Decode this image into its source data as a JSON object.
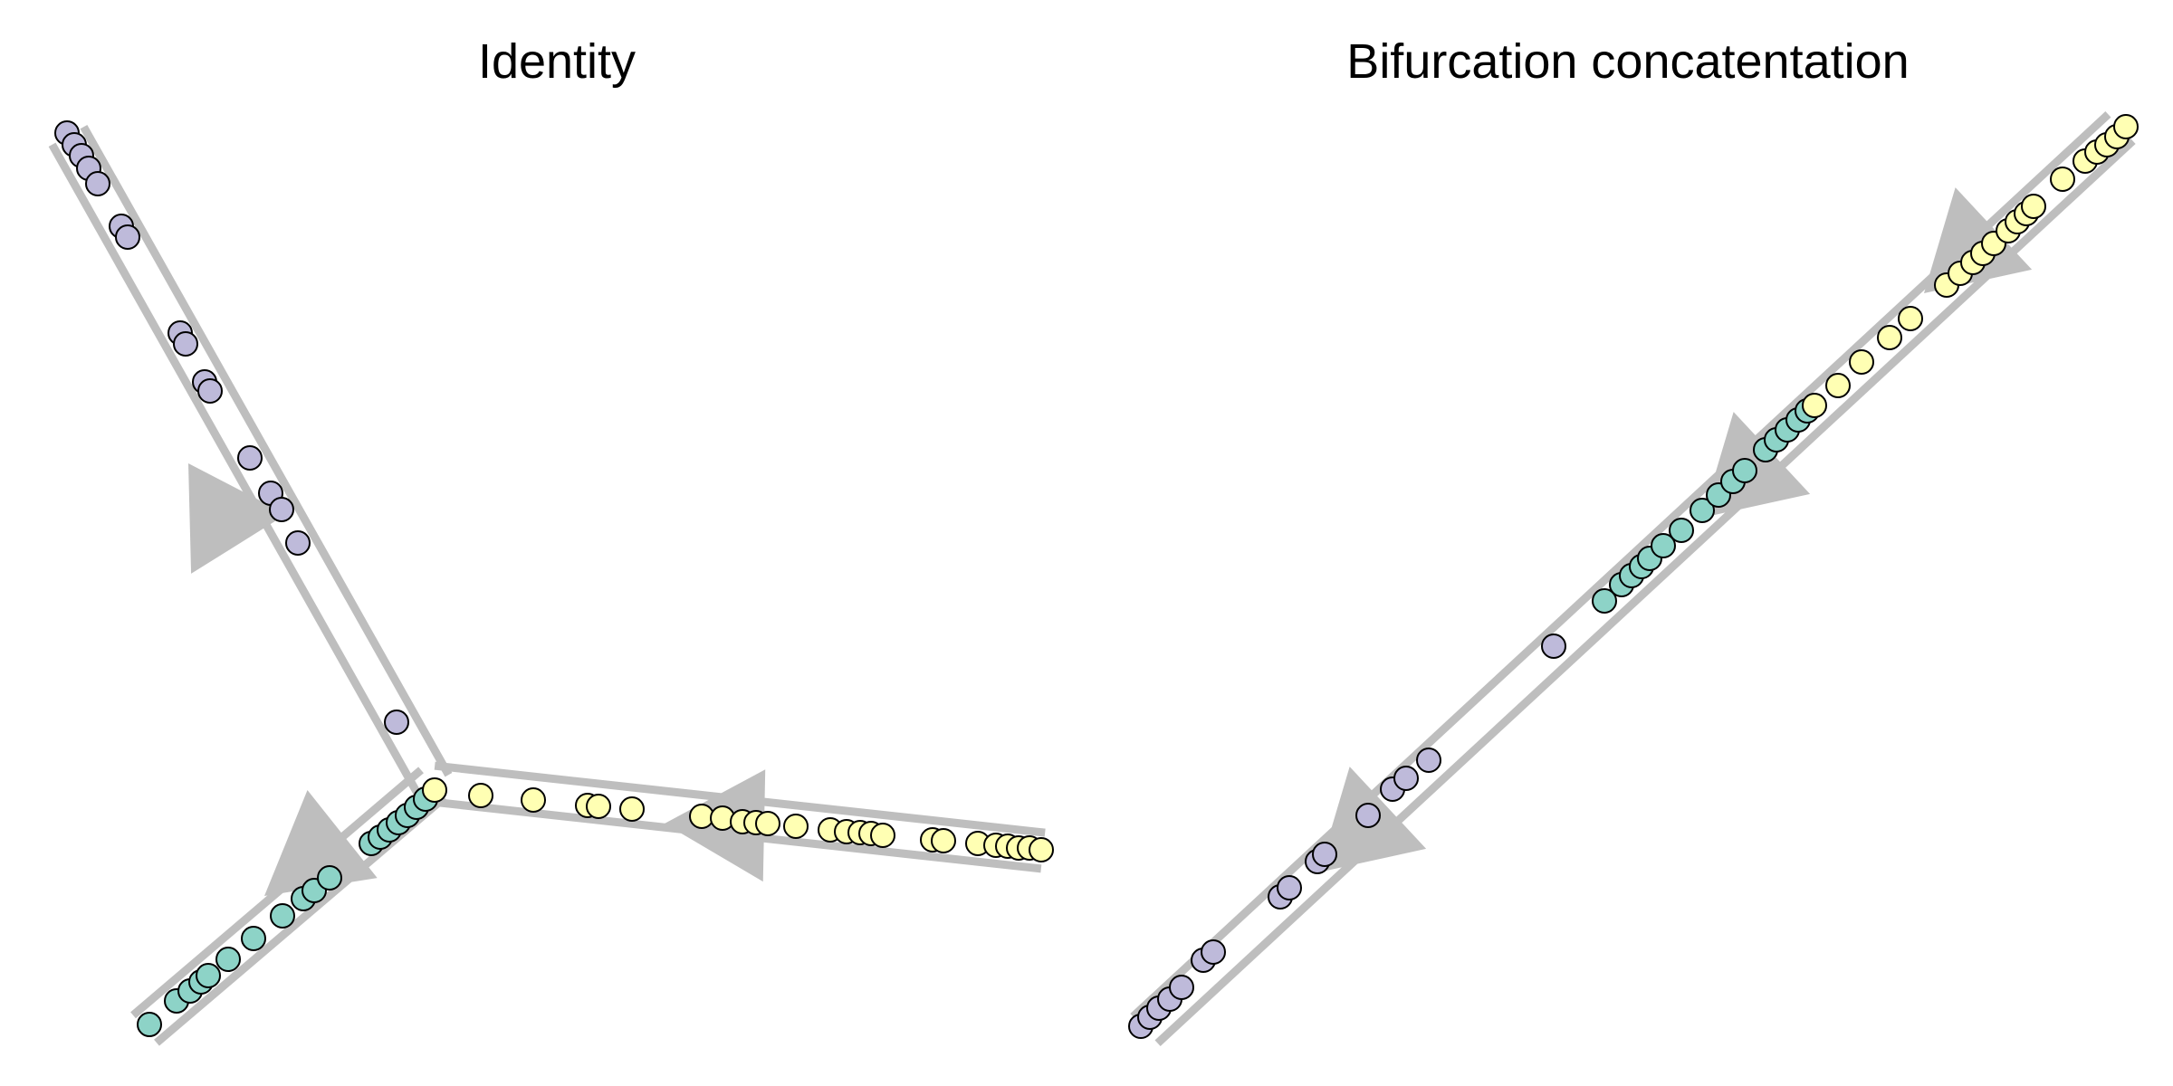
{
  "colors": {
    "edge": "#bebebe",
    "purple": "#bebada",
    "teal": "#8dd3c7",
    "yellow": "#ffffb3",
    "outline": "#000000"
  },
  "panels": [
    {
      "title": "Identity",
      "edges": [
        {
          "name": "purple-branch",
          "color": "purple"
        },
        {
          "name": "teal-branch",
          "color": "teal"
        },
        {
          "name": "yellow-branch",
          "color": "yellow"
        }
      ]
    },
    {
      "title": "Bifurcation concatentation",
      "edges": [
        {
          "name": "yellow-branch",
          "color": "yellow"
        },
        {
          "name": "teal-branch",
          "color": "teal"
        },
        {
          "name": "purple-branch",
          "color": "purple"
        }
      ]
    }
  ]
}
